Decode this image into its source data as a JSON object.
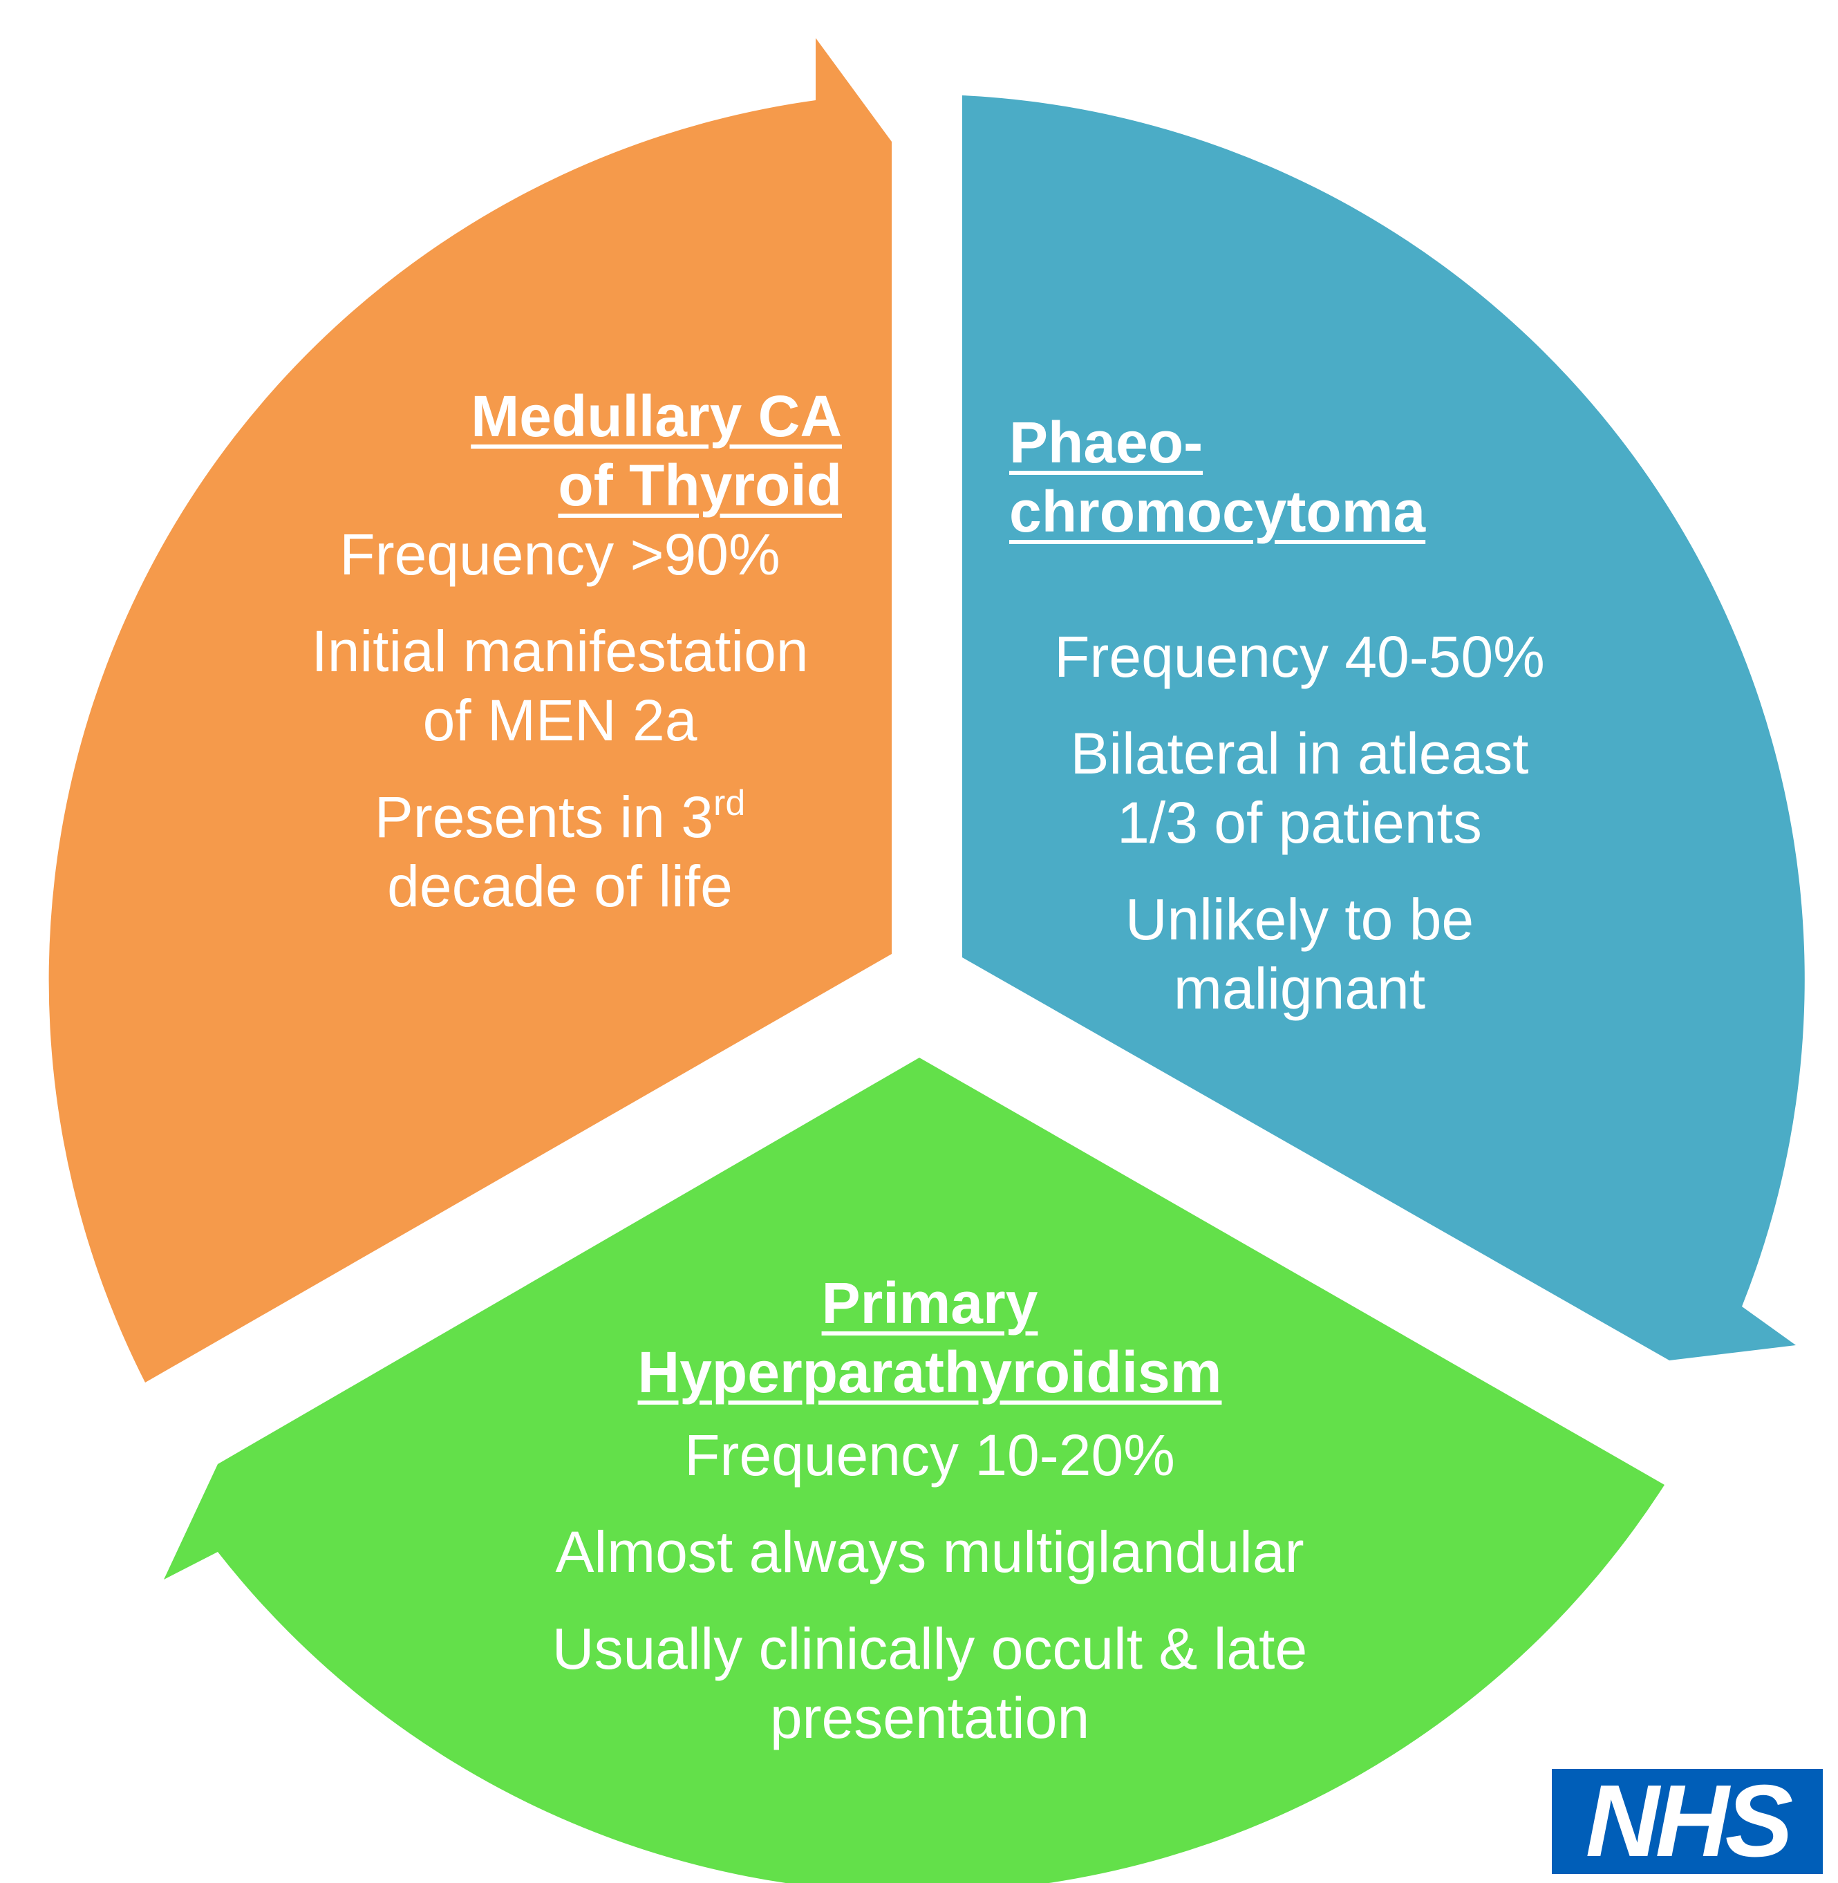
{
  "colors": {
    "medullary_segment": "#f59a4b",
    "phaeo_segment": "#4bacc6",
    "hyper_segment": "#63e04a",
    "text": "#ffffff",
    "nhs_blue": "#005eb8"
  },
  "segments": {
    "medullary": {
      "title_line1": "Medullary CA",
      "title_line2": "of Thyroid",
      "frequency": "Frequency >90%",
      "manifestation_line1": "Initial manifestation",
      "manifestation_line2": "of MEN 2a",
      "presents_prefix": "Presents in 3",
      "presents_sup": "rd",
      "presents_line2": "decade of life"
    },
    "phaeo": {
      "title_line1": "Phaeo-",
      "title_line2": "chromocytoma",
      "frequency": "Frequency 40-50%",
      "bilateral_line1": "Bilateral in atleast",
      "bilateral_line2": "1/3 of patients",
      "malignant_line1": "Unlikely to be",
      "malignant_line2": "malignant"
    },
    "hyper": {
      "title_line1": "Primary",
      "title_line2": "Hyperparathyroidism",
      "frequency": "Frequency 10-20%",
      "multiglandular": "Almost always multiglandular",
      "occult_line1": "Usually clinically occult & late",
      "occult_line2": "presentation"
    }
  },
  "logo": {
    "text": "NHS"
  }
}
